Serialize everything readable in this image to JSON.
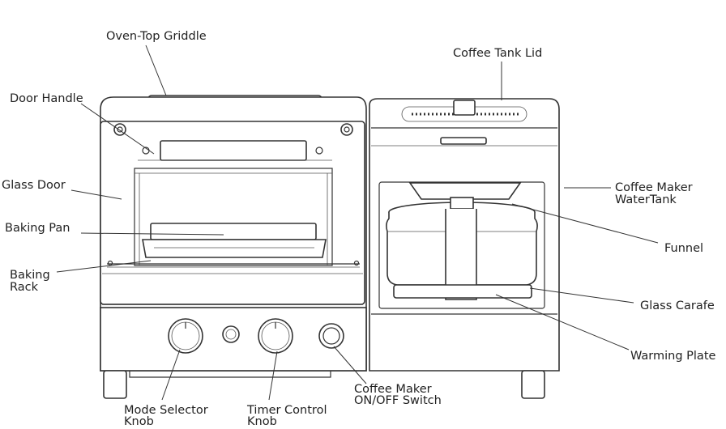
{
  "labels": {
    "griddle": "Oven-Top Griddle",
    "door_handle": "Door Handle",
    "glass_door": "Glass Door",
    "baking_pan": "Baking Pan",
    "baking_rack_1": "Baking",
    "baking_rack_2": "Rack",
    "coffee_tank_lid": "Coffee Tank Lid",
    "water_tank_1": "Coffee Maker",
    "water_tank_2": "WaterTank",
    "funnel": "Funnel",
    "glass_carafe": "Glass Carafe",
    "warming_plate": "Warming Plate",
    "mode_knob_1": "Mode Selector",
    "mode_knob_2": "Knob",
    "timer_knob_1": "Timer Control",
    "timer_knob_2": "Knob",
    "switch_1": "Coffee Maker",
    "switch_2": "ON/OFF Switch"
  }
}
